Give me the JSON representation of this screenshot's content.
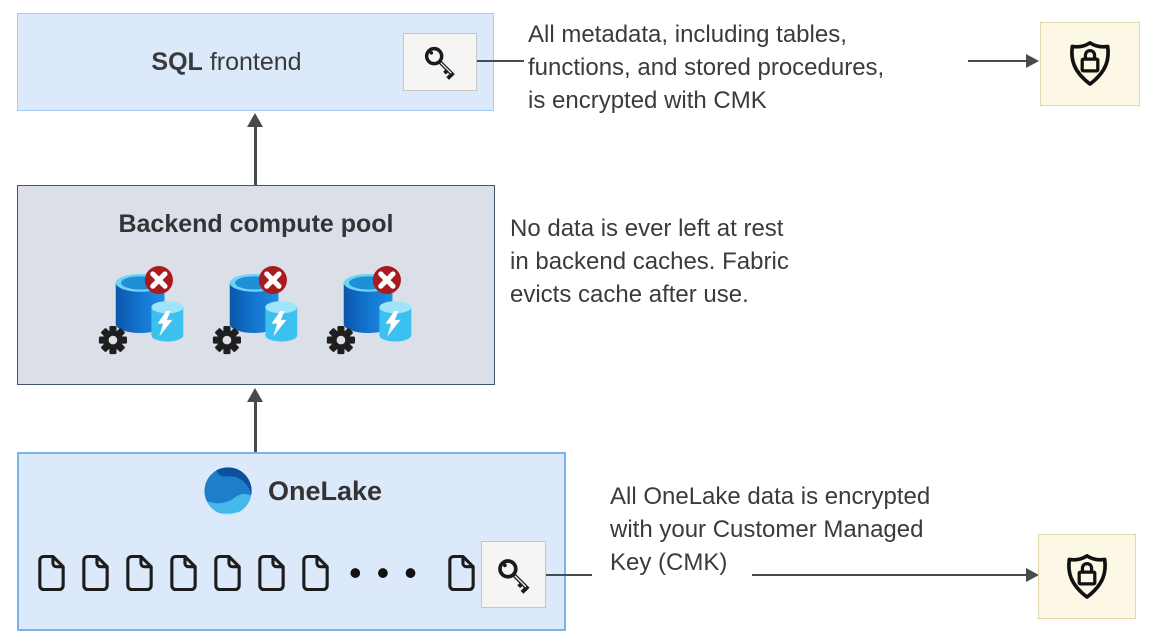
{
  "sql_frontend": {
    "title_primary": "SQL",
    "title_secondary": "frontend"
  },
  "backend_pool": {
    "title": "Backend compute pool",
    "cache_icon_count": 3
  },
  "onelake": {
    "title": "OneLake",
    "document_count_before_dots": 7,
    "document_count_after_dots": 1,
    "ellipsis": "•••"
  },
  "notes": {
    "metadata": {
      "line1": "All metadata, including tables,",
      "line2": "functions, and stored procedures,",
      "line3": "is encrypted with CMK"
    },
    "cache": {
      "line1": "No data is ever left at rest",
      "line2": "in backend caches. Fabric",
      "line3": "evicts cache after use."
    },
    "onelake": {
      "line1": "All OneLake data is encrypted",
      "line2": "with your Customer Managed",
      "line3": "Key (CMK)"
    }
  },
  "icons": {
    "key": "key-icon",
    "shield_lock": "shield-lock-icon",
    "cache_database": "cache-database-crossed-icon",
    "document": "document-icon",
    "onelake_logo": "onelake-logo"
  },
  "colors": {
    "sql_box_bg": "#dce9fb",
    "sql_box_border": "#a6ccf0",
    "backend_box_bg": "#dbdfe8",
    "backend_box_border": "#44546a",
    "onelake_box_bg": "#dce9fb",
    "onelake_box_border": "#79b5e6",
    "key_box_bg": "#f6f5f3",
    "key_box_border": "#c6c6c6",
    "shield_box_bg": "#fdf7e6",
    "shield_box_border": "#e2d7aa",
    "arrow": "#474b50",
    "text": "#3b3b3b",
    "badge_red": "#a81c1f",
    "cylinder_blue": "#1478d2",
    "cylinder_cyan": "#3cc0ef"
  }
}
